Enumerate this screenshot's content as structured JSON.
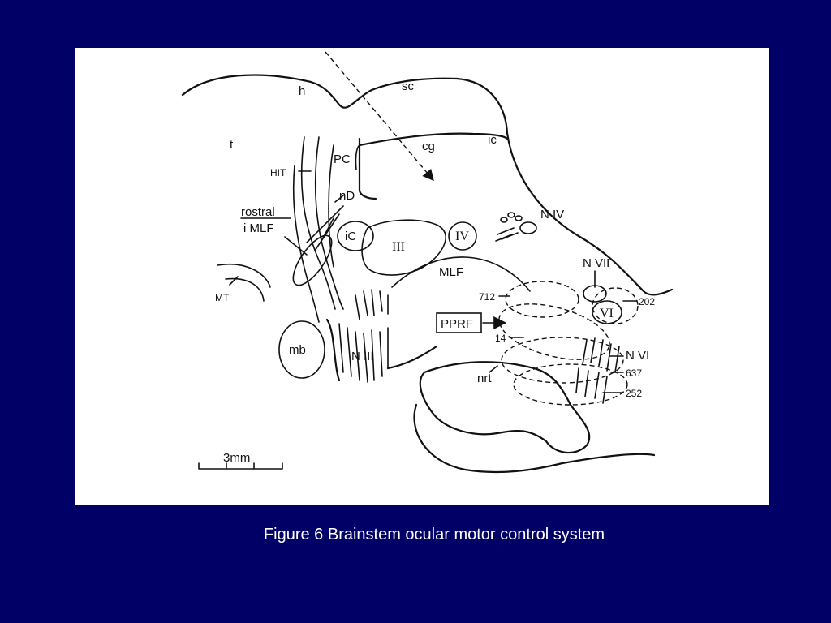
{
  "caption": "Figure 6 Brainstem ocular motor control system",
  "labels": {
    "h": "h",
    "sc": "sc",
    "t": "t",
    "ic_top": "ic",
    "cg": "cg",
    "pc": "PC",
    "hit": "HIT",
    "nd": "nD",
    "rostral": "rostral",
    "imlf": "i MLF",
    "ic_nucleus": "iC",
    "iii": "III",
    "iv": "IV",
    "n_iv": "N IV",
    "mlf": "MLF",
    "mt": "MT",
    "n_vii": "N VII",
    "num_712": "712",
    "pprf": "PPRF",
    "num_202": "202",
    "vi": "VI",
    "num_14": "14",
    "mb": "mb",
    "n_iii": "N III",
    "n_vi": "N VI",
    "num_637": "637",
    "nrt": "nrt",
    "num_252": "252",
    "scale": "3mm"
  },
  "colors": {
    "background": "#000066",
    "panel": "#ffffff",
    "ink": "#111111",
    "caption": "#ffffff"
  }
}
